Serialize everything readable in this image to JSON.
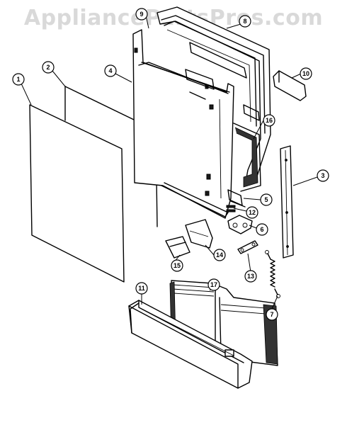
{
  "watermark": "AppliancePartsPros.com",
  "callouts": [
    {
      "label": "1"
    },
    {
      "label": "2"
    },
    {
      "label": "3"
    },
    {
      "label": "4"
    },
    {
      "label": "5"
    },
    {
      "label": "6"
    },
    {
      "label": "7"
    },
    {
      "label": "9"
    },
    {
      "label": "10"
    },
    {
      "label": "11"
    },
    {
      "label": "12"
    },
    {
      "label": "13"
    },
    {
      "label": "14"
    },
    {
      "label": "15"
    },
    {
      "label": "16"
    },
    {
      "label": "17"
    },
    {
      "label": "8"
    }
  ]
}
